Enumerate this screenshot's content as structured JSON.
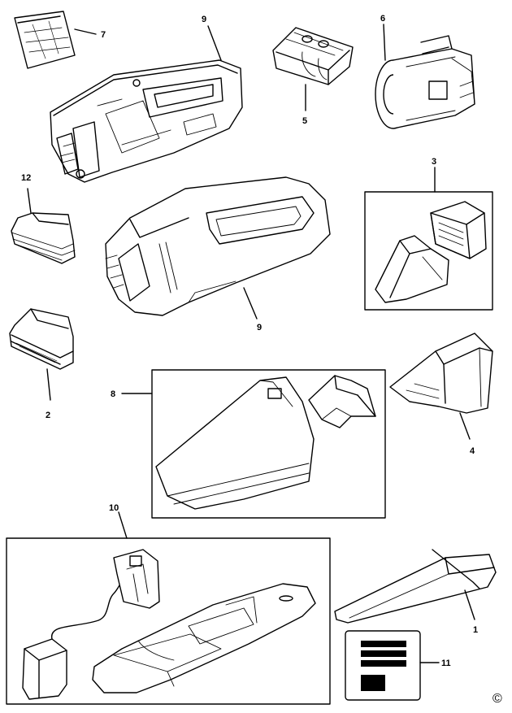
{
  "diagram": {
    "callouts": {
      "c1": "1",
      "c2": "2",
      "c3": "3",
      "c4": "4",
      "c5": "5",
      "c6": "6",
      "c7": "7",
      "c8": "8",
      "c9_top": "9",
      "c9_mid": "9",
      "c10": "10",
      "c11": "11",
      "c12": "12"
    },
    "copyright": "©"
  },
  "colors": {
    "line": "#000000",
    "paper": "#ffffff",
    "label_fill": "#000000"
  }
}
